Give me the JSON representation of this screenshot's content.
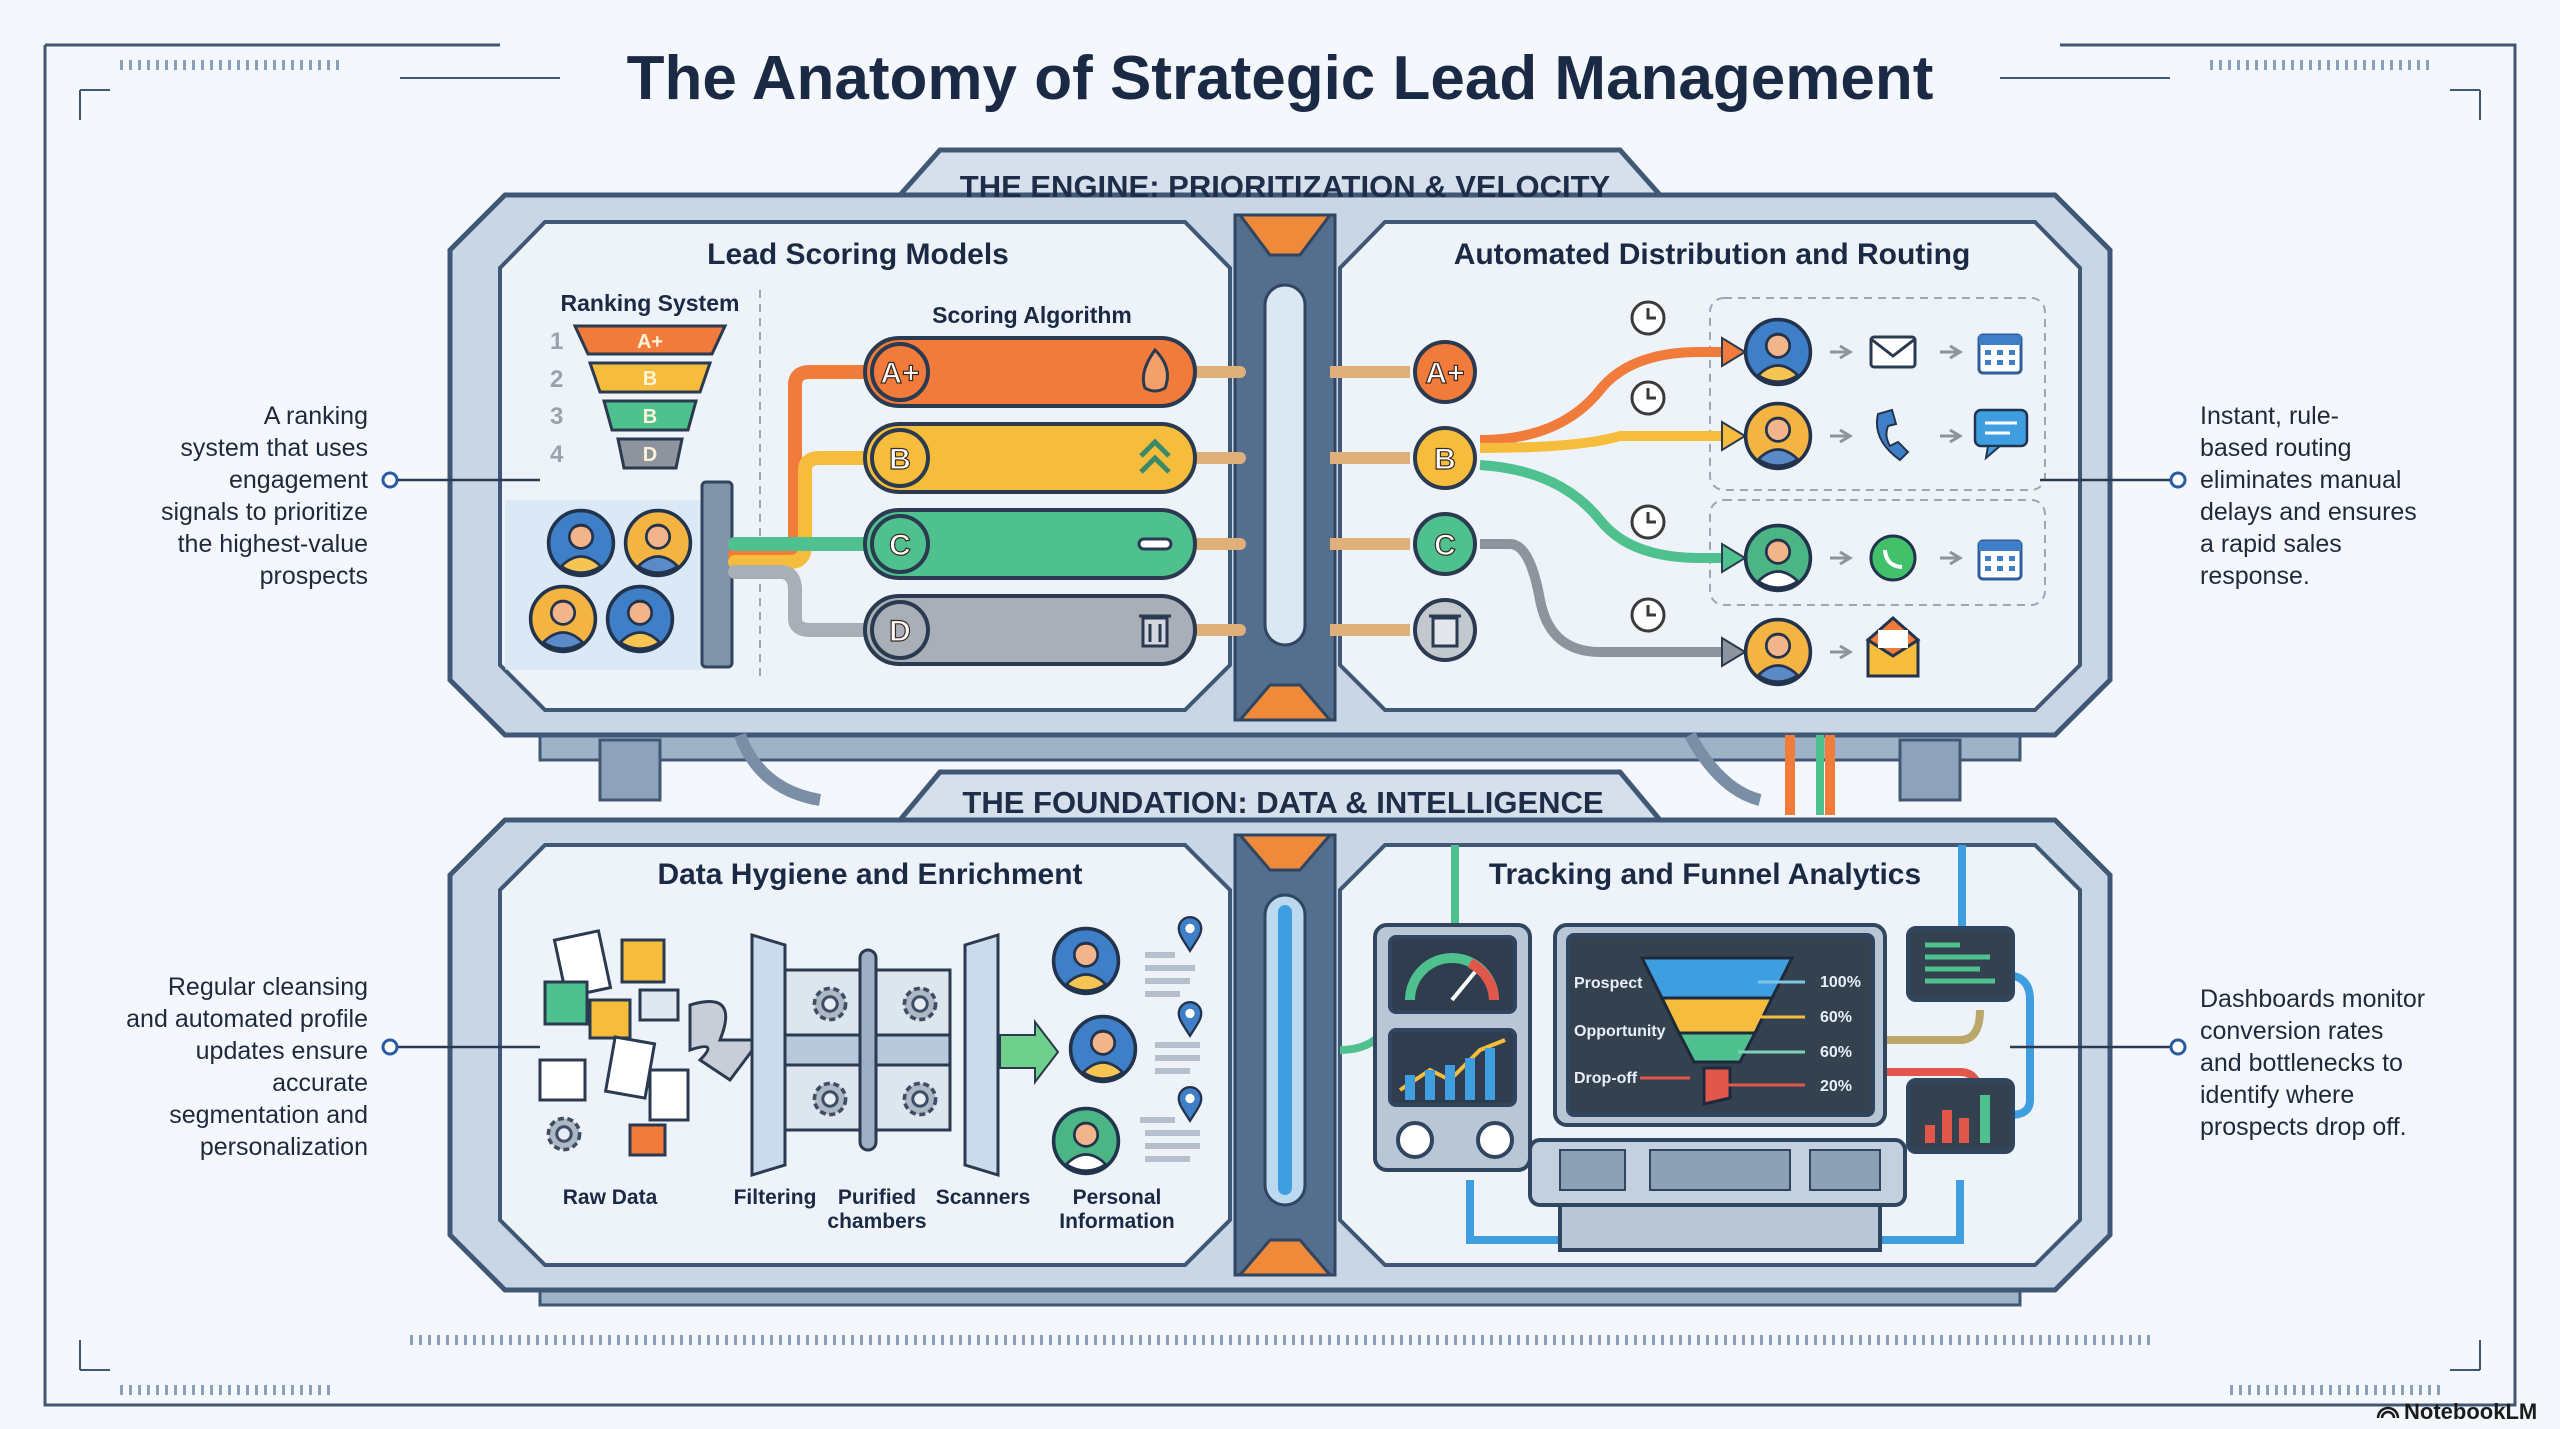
{
  "title": "The Anatomy of Strategic Lead Management",
  "engine": {
    "header": "THE ENGINE: PRIORITIZATION & VELOCITY",
    "scoring": {
      "title": "Lead Scoring Models",
      "ranking_label": "Ranking System",
      "ranking_numbers": [
        "1",
        "2",
        "3",
        "4"
      ],
      "ranking_tiers": [
        "A+",
        "B",
        "B",
        "D"
      ],
      "algorithm_label": "Scoring Algorithm",
      "grades": [
        {
          "label": "A+",
          "icon": "flame-icon",
          "color": "#f07b3b"
        },
        {
          "label": "B",
          "icon": "double-chevron-up-icon",
          "color": "#f6bd3c"
        },
        {
          "label": "C",
          "icon": "minus-icon",
          "color": "#4fc18f"
        },
        {
          "label": "D",
          "icon": "trash-icon",
          "color": "#a9afb7"
        }
      ]
    },
    "routing": {
      "title": "Automated Distribution and Routing",
      "badges": [
        "A+",
        "B",
        "C"
      ],
      "channels": [
        {
          "icons": [
            "envelope-icon",
            "calendar-icon"
          ]
        },
        {
          "icons": [
            "phone-icon",
            "chat-icon"
          ]
        },
        {
          "icons": [
            "whatsapp-icon",
            "calendar-icon"
          ]
        },
        {
          "icons": [
            "open-envelope-icon"
          ]
        }
      ]
    }
  },
  "foundation": {
    "header": "THE FOUNDATION: DATA & INTELLIGENCE",
    "hygiene": {
      "title": "Data Hygiene and Enrichment",
      "stages": [
        "Raw Data",
        "Filtering",
        "Purified",
        "chambers",
        "Scanners",
        "Personal",
        "Information"
      ]
    },
    "analytics": {
      "title": "Tracking and Funnel Analytics",
      "funnel_labels": [
        "Prospect",
        "Opportunity",
        "Drop-off"
      ],
      "funnel_percents": [
        "100%",
        "60%",
        "60%",
        "20%"
      ]
    }
  },
  "annotations": {
    "engine_left": [
      "A ranking",
      "system that uses",
      "engagement",
      "signals to prioritize",
      "the highest-value",
      "prospects"
    ],
    "engine_right": [
      "Instant, rule-",
      "based routing",
      "eliminates manual",
      "delays and ensures",
      "a rapid sales",
      "response."
    ],
    "foundation_left": [
      "Regular cleansing",
      "and automated profile",
      "updates ensure",
      "accurate",
      "segmentation and",
      "personalization"
    ],
    "foundation_right": [
      "Dashboards monitor",
      "conversion rates",
      "and bottlenecks to",
      "identify where",
      "prospects drop off."
    ]
  },
  "watermark": "NotebookLM",
  "colors": {
    "frame": "#3f5876",
    "panel": "#eef3f9",
    "orange": "#f07b3b",
    "yellow": "#f6bd3c",
    "green": "#4fc18f",
    "grey": "#a9afb7",
    "title": "#1b2a44"
  }
}
